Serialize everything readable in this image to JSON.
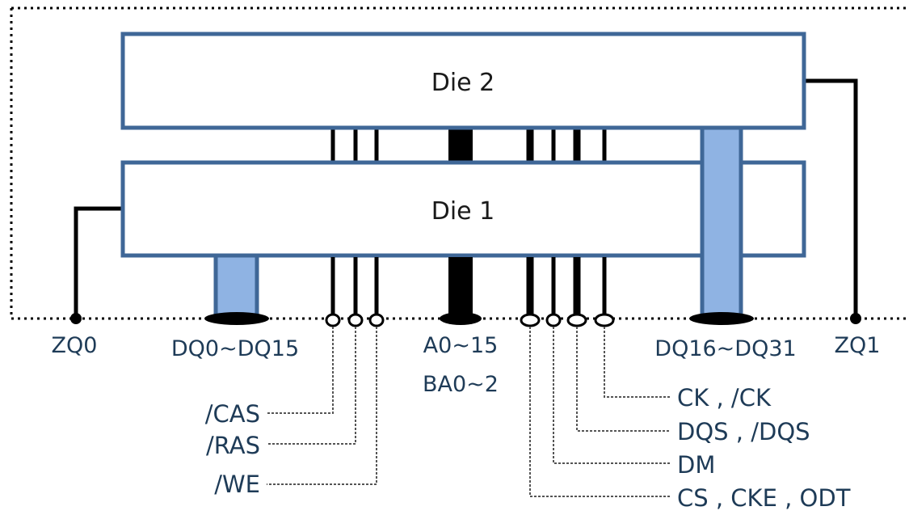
{
  "dies": {
    "top": "Die 2",
    "bottom": "Die 1"
  },
  "pins": {
    "zq0": "ZQ0",
    "dq_low": "DQ0~DQ15",
    "addr_a": "A0~15",
    "addr_ba": "BA0~2",
    "dq_high": "DQ16~DQ31",
    "zq1": "ZQ1"
  },
  "signals_left": [
    "/CAS",
    "/RAS",
    "/WE"
  ],
  "signals_right": [
    "CK , /CK",
    "DQS , /DQS",
    "DM",
    "CS , CKE , ODT"
  ],
  "colors": {
    "die_border": "#3f6797",
    "bus_fill": "#8fb3e3",
    "wire": "#000000",
    "label_text": "#1e3b57"
  }
}
